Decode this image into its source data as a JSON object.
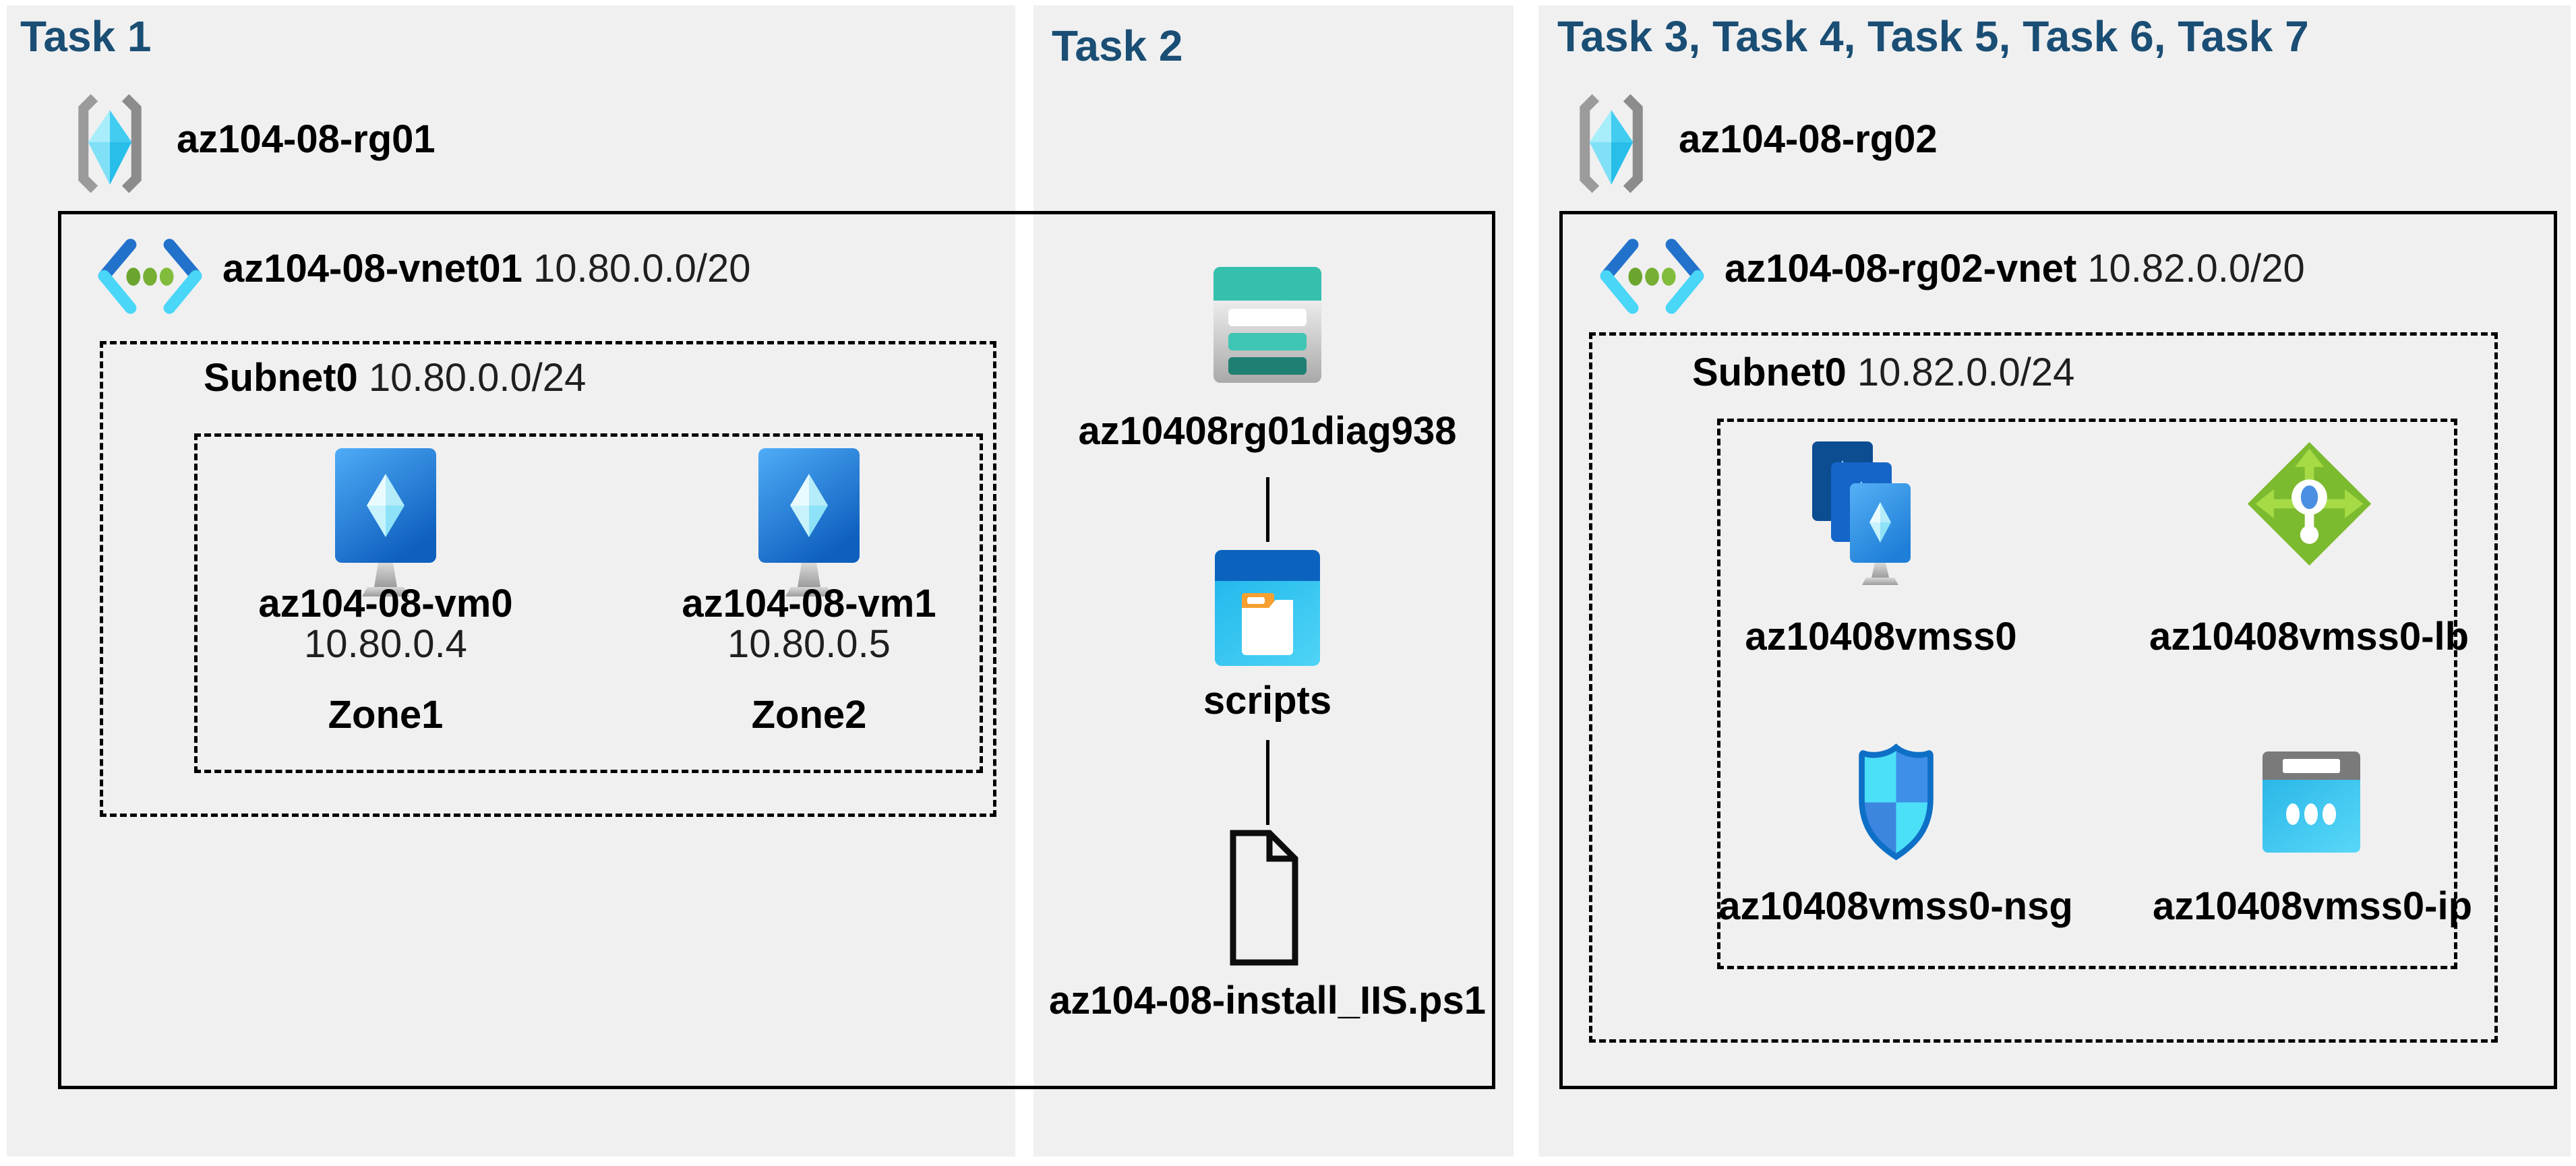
{
  "colors": {
    "page_bg": "#ffffff",
    "panel_bg": "#f0f0f1",
    "title_navy": "#1a4e74",
    "line_black": "#000000",
    "vm_blue_top": "#4facf7",
    "vm_blue_bottom": "#0e5fbe",
    "vnet_chevron_dark": "#2272cc",
    "vnet_chevron_cyan": "#49d6f7",
    "vnet_dot_green": "#76af34",
    "rg_bracket_gray": "#9b9b9b",
    "storage_teal": "#35c0ae",
    "storage_teal_dark": "#207f73",
    "blob_header_blue": "#0c63be",
    "blob_body_cyan": "#35c9f2",
    "folder_tab_orange": "#f5a030",
    "lb_green": "#7cbb2f",
    "lb_green_light": "#a6db46",
    "lb_oval_blue": "#4b8fe2",
    "nsg_border_blue": "#0e6fc6",
    "nsg_cyan": "#4bdff8",
    "nsg_blue": "#3e8fe8",
    "ip_body_cyan": "#41c8f4",
    "ip_top_gray": "#7a7a7a"
  },
  "task1": {
    "title": "Task 1",
    "rg_name": "az104-08-rg01",
    "vnet_name": "az104-08-vnet01",
    "vnet_cidr": "10.80.0.0/20",
    "subnet_name": "Subnet0",
    "subnet_cidr": "10.80.0.0/24",
    "vms": [
      {
        "name": "az104-08-vm0",
        "ip": "10.80.0.4",
        "zone": "Zone1"
      },
      {
        "name": "az104-08-vm1",
        "ip": "10.80.0.5",
        "zone": "Zone2"
      }
    ]
  },
  "task2": {
    "title": "Task 2",
    "storage_account": "az10408rg01diag938",
    "container": "scripts",
    "script_file": "az104-08-install_IIS.ps1"
  },
  "task3": {
    "title": "Task 3, Task 4, Task 5, Task 6, Task 7",
    "rg_name": "az104-08-rg02",
    "vnet_name": "az104-08-rg02-vnet",
    "vnet_cidr": "10.82.0.0/20",
    "subnet_name": "Subnet0",
    "subnet_cidr": "10.82.0.0/24",
    "vmss": "az10408vmss0",
    "lb": "az10408vmss0-lb",
    "nsg": "az10408vmss0-nsg",
    "ip": "az10408vmss0-ip"
  }
}
